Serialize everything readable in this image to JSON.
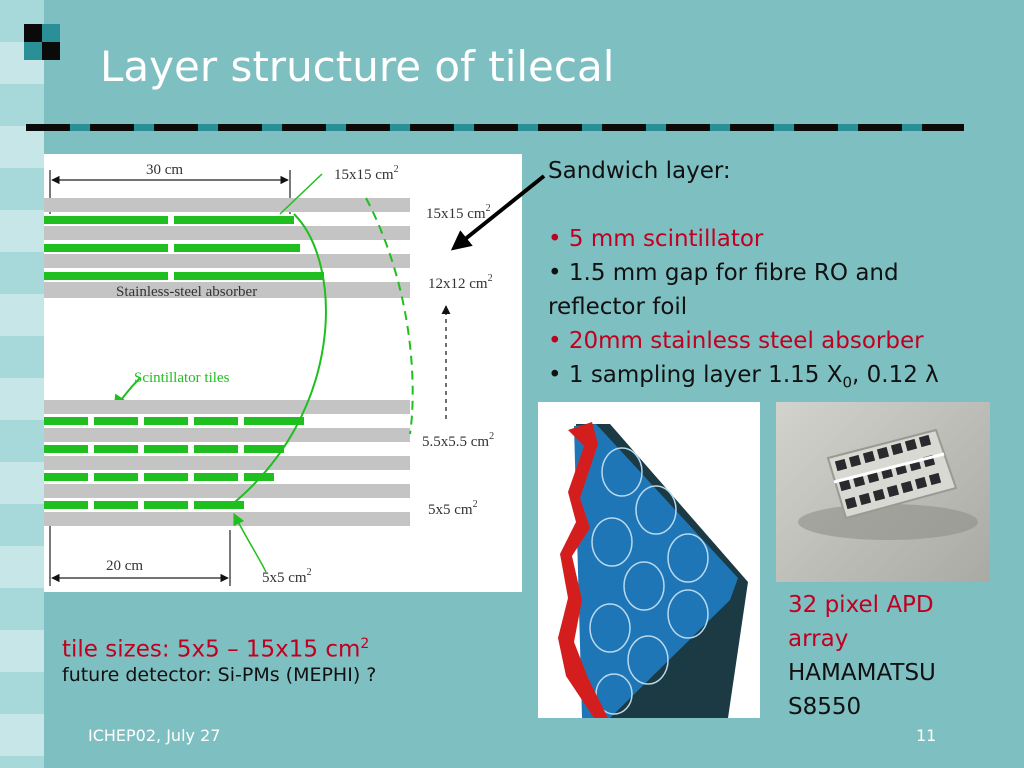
{
  "slide": {
    "title": "Layer structure of tilecal",
    "page_number": "11",
    "footer": "ICHEP02, July 27",
    "colors": {
      "background": "#7ebfc1",
      "accent_red": "#c00020",
      "tile_green": "#1fbf1f",
      "absorber_grey": "#c4c4c4"
    }
  },
  "diagram": {
    "width_top": "30 cm",
    "width_bottom": "20 cm",
    "absorber_label": "Stainless-steel absorber",
    "scintillator_label": "Scintillator tiles",
    "tile_labels": {
      "t15_top": "15x15 cm",
      "t15_side": "15x15 cm",
      "t12": "12x12 cm",
      "t55": "5.5x5.5 cm",
      "t5_side": "5x5 cm",
      "t5_bottom": "5x5 cm"
    },
    "superscript": "2"
  },
  "sandwich": {
    "heading": "Sandwich layer:",
    "item1": "• 5 mm scintillator",
    "item2_a": "• 1.5 mm gap for fibre RO and",
    "item2_b": "reflector foil",
    "item3": "• 20mm stainless steel absorber",
    "item4_prefix": "• 1 sampling layer 1.15 X",
    "item4_sub": "0",
    "item4_suffix": ", 0.12 λ"
  },
  "apd": {
    "caption_red_1": "32 pixel APD",
    "caption_red_2": "array",
    "caption_dark_1": "HAMAMATSU",
    "caption_dark_2": "S8550"
  },
  "tiles": {
    "sizes_prefix": "tile sizes:  5x5 – 15x15 cm",
    "sizes_sup": "2",
    "future": "future detector:  Si-PMs (MEPHI) ?"
  }
}
